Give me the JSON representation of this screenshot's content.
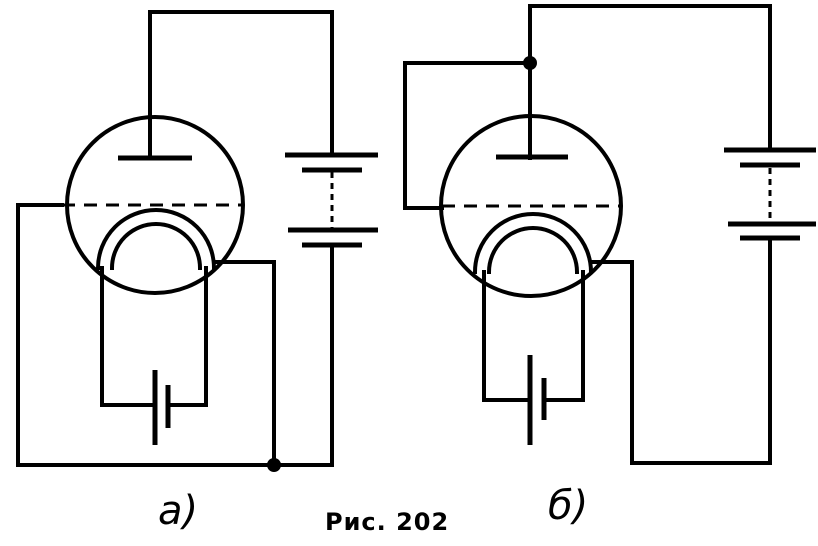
{
  "diagrams": [
    {
      "id": "a",
      "label": "а)"
    },
    {
      "id": "b",
      "label": "б)"
    }
  ],
  "caption": "Рис.  202"
}
